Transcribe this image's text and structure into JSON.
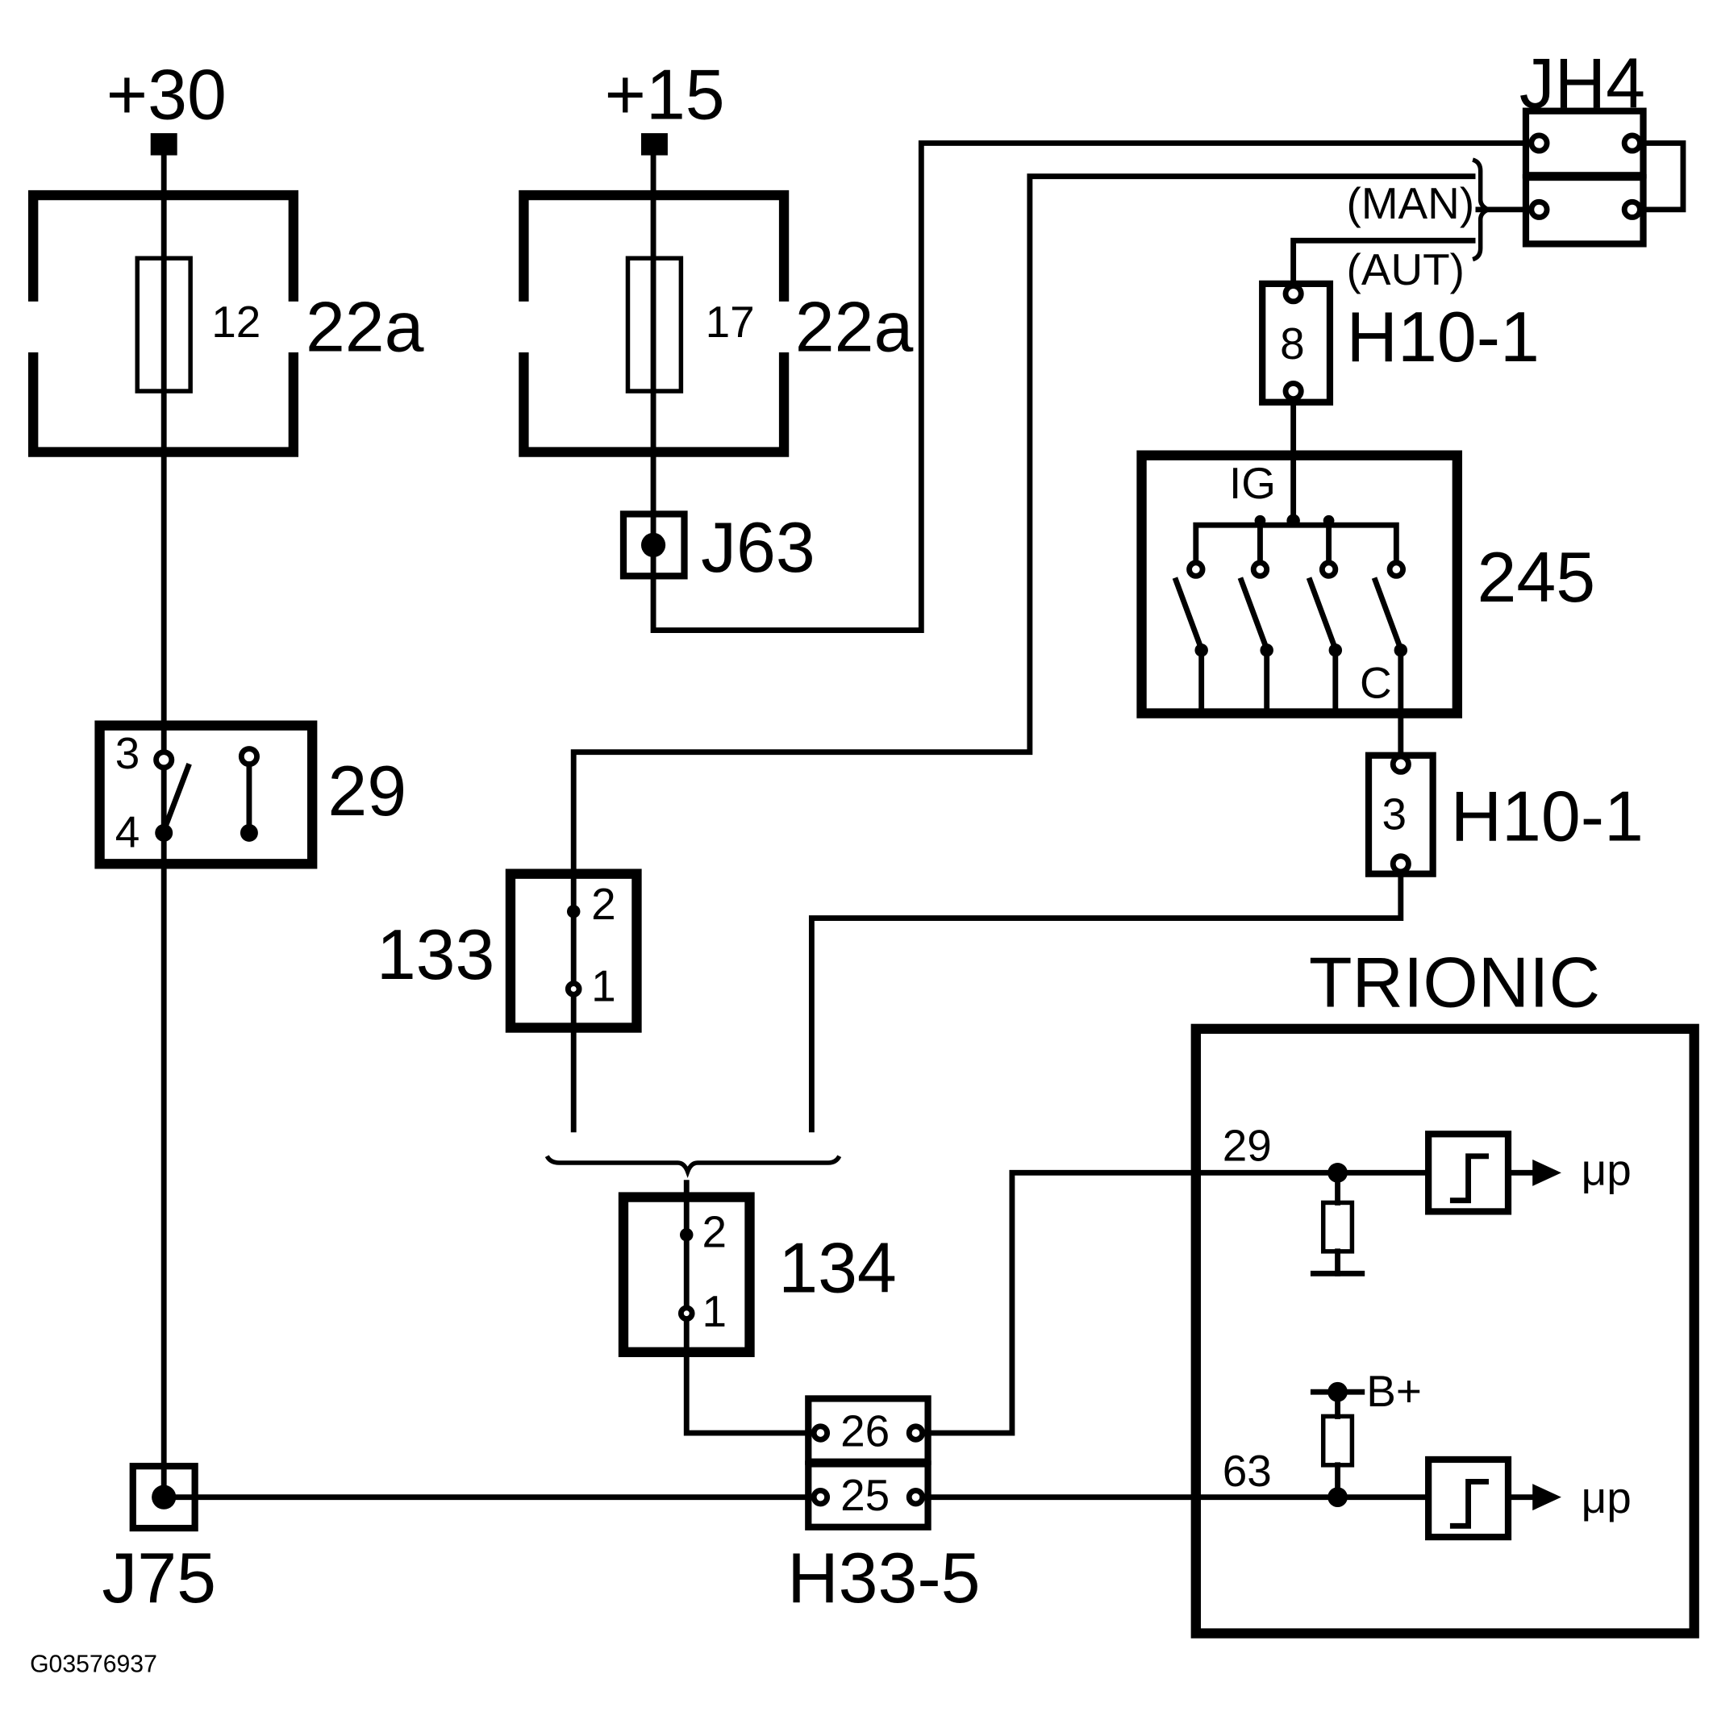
{
  "figure_id": "G03576937",
  "supplies": {
    "b30": "+30",
    "b15": "+15"
  },
  "fuses": {
    "f12": {
      "num": "12",
      "box": "22a"
    },
    "f17": {
      "num": "17",
      "box": "22a"
    }
  },
  "junctions": {
    "j63": "J63",
    "j75": "J75"
  },
  "switch29": {
    "label": "29",
    "pin3": "3",
    "pin4": "4"
  },
  "connector133": {
    "label": "133",
    "pin2": "2",
    "pin1": "1"
  },
  "connector134": {
    "label": "134",
    "pin2": "2",
    "pin1": "1"
  },
  "h33": {
    "label": "H33-5",
    "pin26": "26",
    "pin25": "25"
  },
  "jh4": {
    "label": "JH4",
    "man": "(MAN)",
    "aut": "(AUT)"
  },
  "h10_top": {
    "label": "H10-1",
    "pin": "8"
  },
  "h10_bottom": {
    "label": "H10-1",
    "pin": "3"
  },
  "switch245": {
    "label": "245",
    "ig": "IG",
    "c": "C"
  },
  "trionic": {
    "title": "TRIONIC",
    "pin29": "29",
    "pin63": "63",
    "bplus": "B+",
    "out_top": "μp",
    "out_bottom": "μp"
  }
}
